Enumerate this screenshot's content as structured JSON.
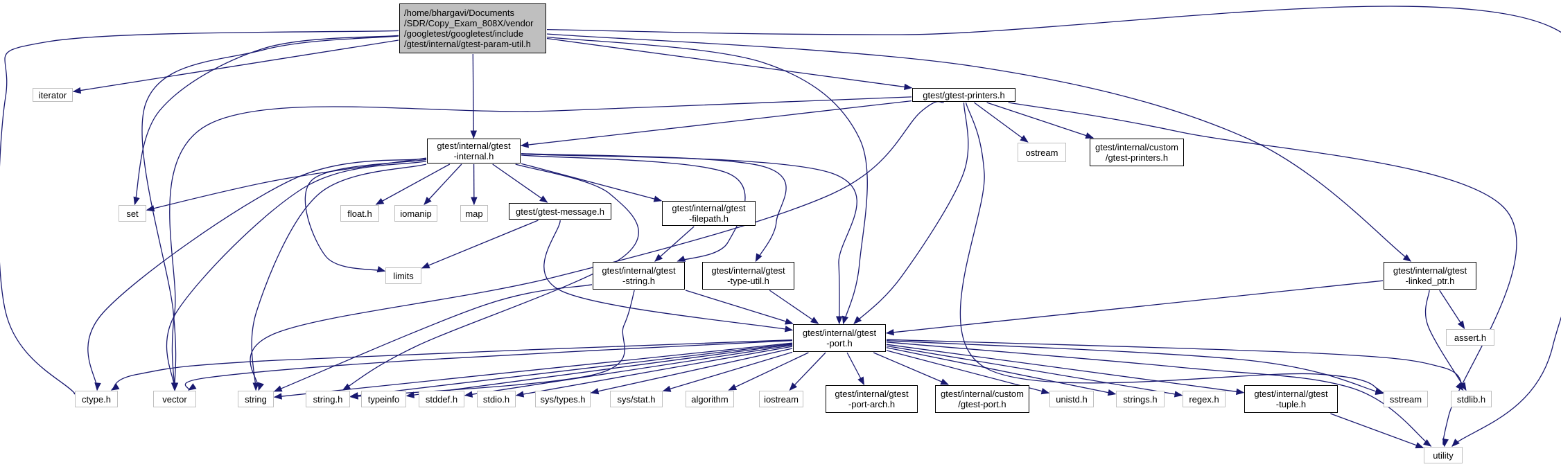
{
  "diagram": {
    "kind": "include dependency graph",
    "colors": {
      "edge": "#191970",
      "root_fill": "#bfbfbf",
      "system_border": "#bfbfbf",
      "local_border": "#000000"
    },
    "nodes": {
      "root": "/home/bhargavi/Documents\n/SDR/Copy_Exam_808X/vendor\n/googletest/googletest/include\n/gtest/internal/gtest-param-util.h",
      "iterator": "iterator",
      "gtest_printers": "gtest/gtest-printers.h",
      "gtest_internal": "gtest/internal/gtest\n-internal.h",
      "ostream": "ostream",
      "custom_printers": "gtest/internal/custom\n/gtest-printers.h",
      "set": "set",
      "float_h": "float.h",
      "iomanip": "iomanip",
      "map": "map",
      "gtest_message": "gtest/gtest-message.h",
      "gtest_filepath": "gtest/internal/gtest\n-filepath.h",
      "limits": "limits",
      "gtest_string": "gtest/internal/gtest\n-string.h",
      "gtest_type_util": "gtest/internal/gtest\n-type-util.h",
      "gtest_linked_ptr": "gtest/internal/gtest\n-linked_ptr.h",
      "assert_h": "assert.h",
      "gtest_port": "gtest/internal/gtest\n-port.h",
      "ctype_h": "ctype.h",
      "vector": "vector",
      "string": "string",
      "string_h": "string.h",
      "typeinfo": "typeinfo",
      "stddef_h": "stddef.h",
      "stdio_h": "stdio.h",
      "sys_types_h": "sys/types.h",
      "sys_stat_h": "sys/stat.h",
      "algorithm": "algorithm",
      "iostream": "iostream",
      "port_arch": "gtest/internal/gtest\n-port-arch.h",
      "custom_port": "gtest/internal/custom\n/gtest-port.h",
      "unistd_h": "unistd.h",
      "strings_h": "strings.h",
      "regex_h": "regex.h",
      "gtest_tuple": "gtest/internal/gtest\n-tuple.h",
      "sstream": "sstream",
      "stdlib_h": "stdlib.h",
      "utility": "utility"
    }
  }
}
